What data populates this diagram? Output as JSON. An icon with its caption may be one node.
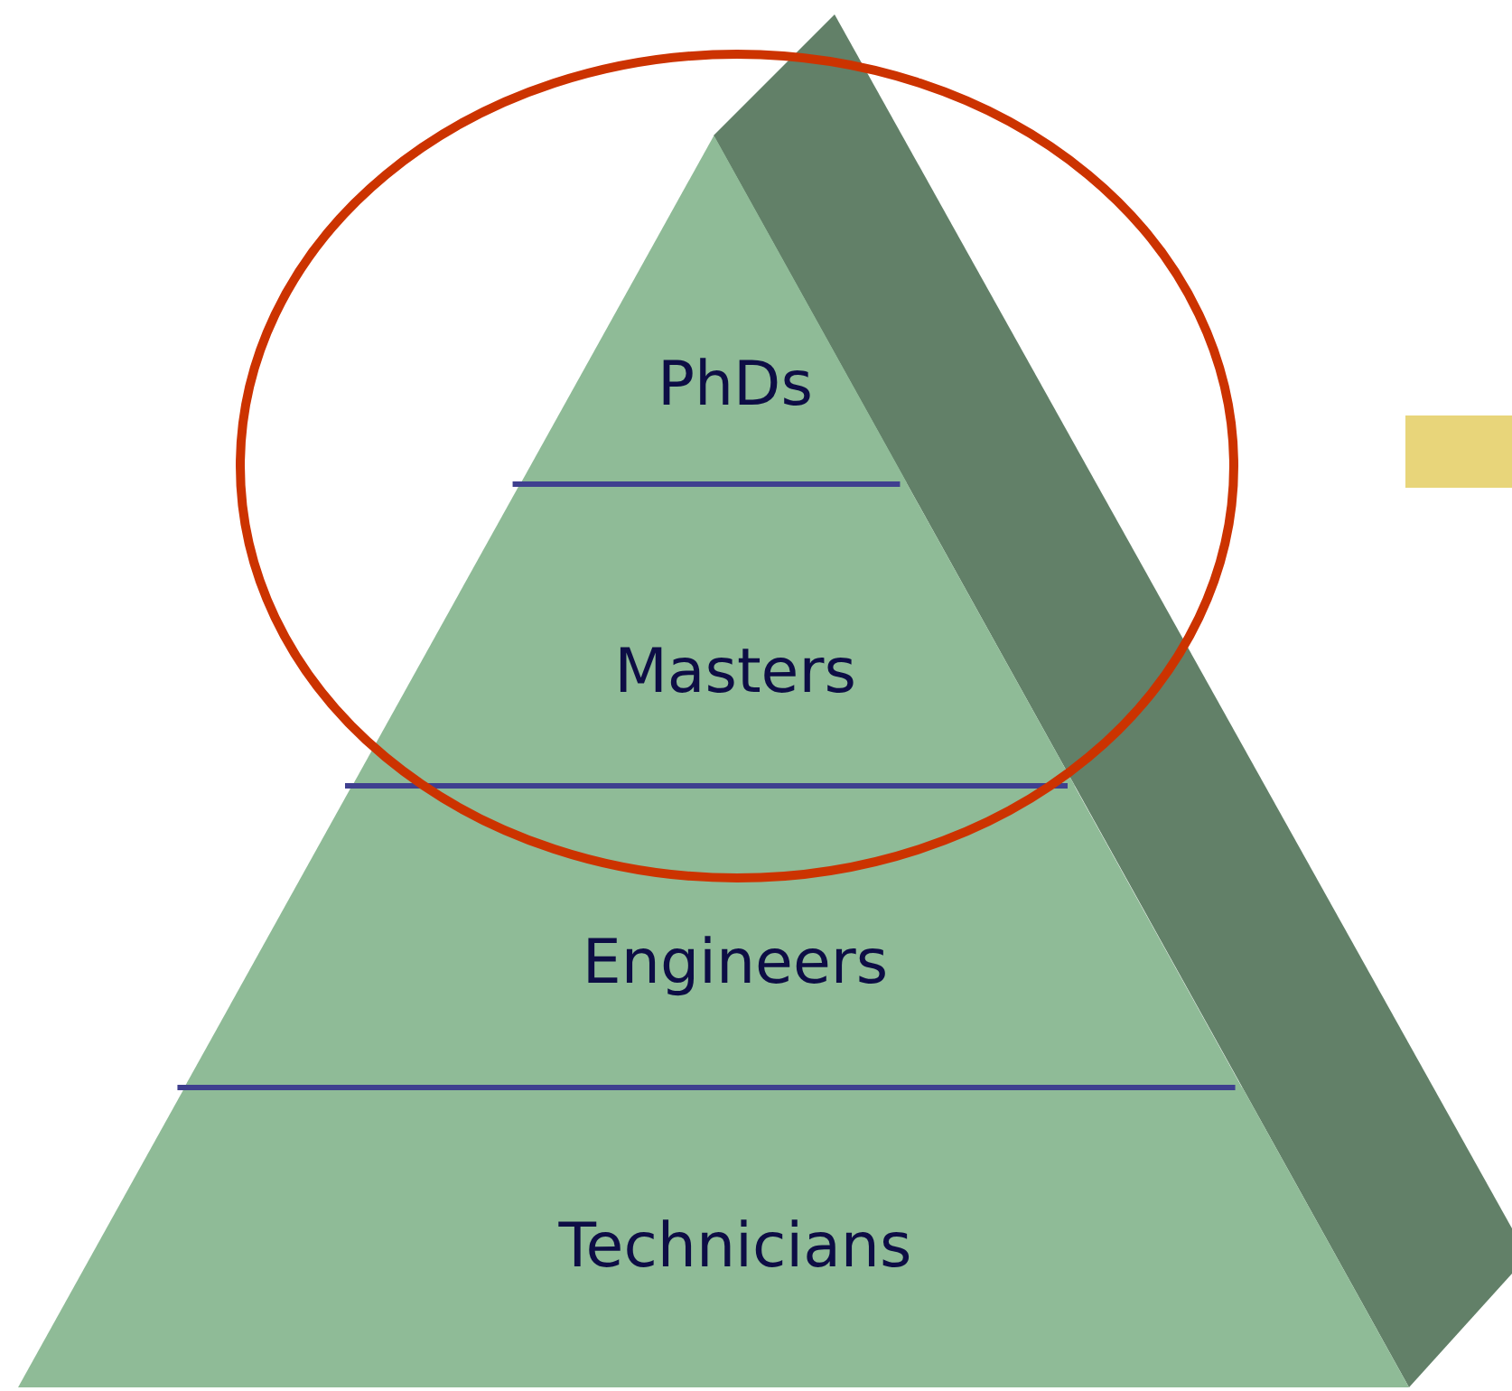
{
  "diagram": {
    "nodes": [
      {
        "text": [
          "PhDs"
        ]
      },
      {
        "text": [
          "Masters"
        ]
      },
      {
        "text": [
          "Engineers"
        ]
      },
      {
        "text": [
          "Technicians"
        ]
      }
    ]
  }
}
